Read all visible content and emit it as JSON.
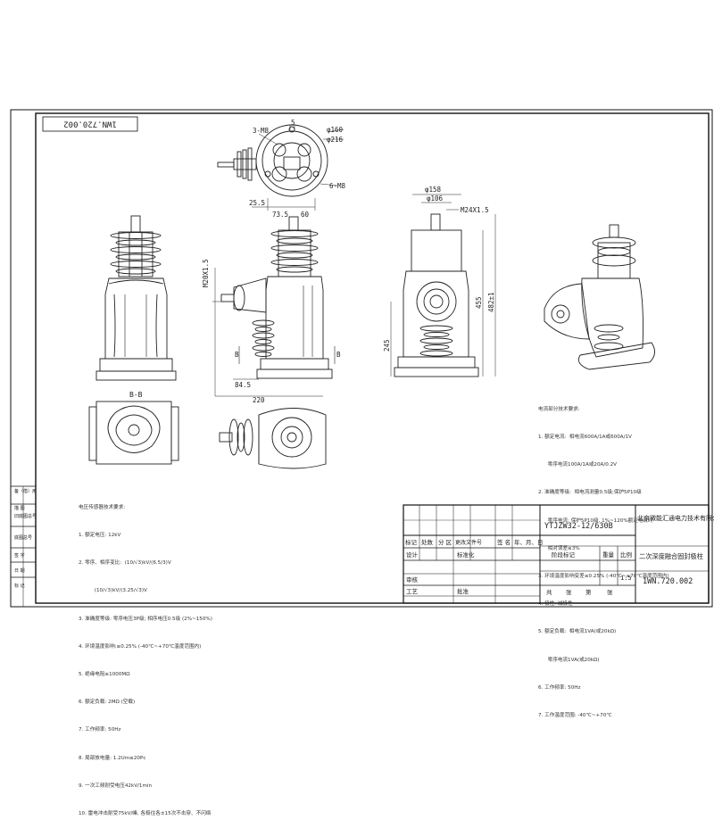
{
  "drawing_number": "1WN.720.002",
  "drawing_number_rotated": "1WN.720.002",
  "model": "YTJZW32-12/630B",
  "company": "北京微能汇通电力技术有限公司",
  "drawing_title": "二次深度融合固封极柱",
  "scale": "1:5",
  "section_label": "B-B",
  "arrow_label": "B",
  "dims": {
    "screw_3m8": "3-M8",
    "dim_5": "5",
    "dia_160": "φ160",
    "dia_216": "φ216",
    "screw_6m8": "6-M8",
    "dim_25_5": "25.5",
    "dim_73_5": "73.5",
    "dim_60": "60",
    "dia_158": "φ158",
    "dia_106": "φ106",
    "thread_m24": "M24X1.5",
    "thread_m20": "M20X1.5",
    "dim_455": "455",
    "dim_482": "482±1",
    "dim_245": "245",
    "dim_84_5": "84.5",
    "dim_220": "220"
  },
  "left_strip": [
    "备（借）用",
    "描 图",
    "旧底图总号",
    "底图总号",
    "签 字",
    "日 期",
    "标 记"
  ],
  "title_block": {
    "header": [
      "标记",
      "处数",
      "分 区",
      "更改文件号",
      "签 名",
      "年、月、日"
    ],
    "design": "设计",
    "standardize": "标准化",
    "stage_mark": "阶段标记",
    "weight": "重量",
    "ratio": "比例",
    "review": "审核",
    "process": "工艺",
    "approve": "批准",
    "sheet": [
      "共",
      "张",
      "第",
      "张"
    ]
  },
  "voltage_notes": [
    "电压传感器技术要求:",
    "1. 额定电压: 12kV",
    "2. 零序、相序变比:  (10/√3)kV/(6.5/3)V",
    "          (10/√3)kV/(3.25/√3)V",
    "3. 准确度等级: 零序电压3P级; 相序电压0.5级 (2%~150%)",
    "4. 环境温度影响:≤0.25% (-40℃~+70℃温度范围内)",
    "5. 绝缘电阻≥1000MΩ",
    "6. 额定负载: 2MΩ (空载)",
    "7. 工作频率: 50Hz",
    "8. 局部放电量: 1.2Um≤20Pc",
    "9. 一次工频耐受电压42kV/1min",
    "10. 雷电冲击耐受75kV/峰, 各极往各±15次不击穿、不闪络"
  ],
  "current_notes": [
    "电流部分技术要求:",
    "1. 额定电流:  相电流600A/1A或600A/1V",
    "      零序电流100A/1A或20A/0.2V",
    "2. 准确度等级:  相电流测量0.5级;保护5P10级",
    "      零序电流: 保护5P10级, 1%~120%额定电流时",
    "      相对误差≤3%",
    "3. 环境温度影响变差≤0.25% (-40℃~+70℃温度范围内)",
    "4. 极性: 减极性",
    "5. 额定负载:  相电流1VA(或20kΩ)",
    "      零序电流1VA(或20kΩ)",
    "6. 工作频率: 50Hz",
    "7. 工作温度范围: -40℃~+70℃"
  ]
}
